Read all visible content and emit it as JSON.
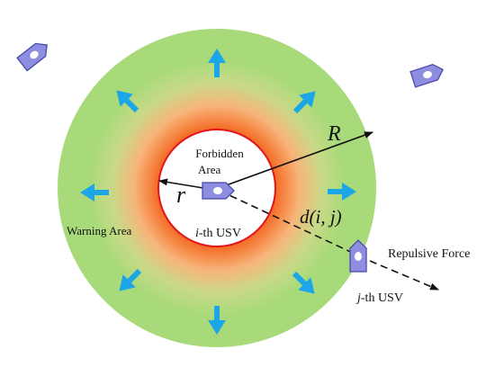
{
  "labels": {
    "forbidden_line1": "Forbidden",
    "forbidden_line2": "Area",
    "r": "r",
    "R": "R",
    "distance": "d(i, j)",
    "warning_area": "Warning Area",
    "i_prefix": "i",
    "i_suffix": "-th USV",
    "j_prefix": "j",
    "j_suffix": "-th USV",
    "repulsive_force": "Repulsive Force"
  },
  "colors": {
    "outer_zone": "#a9da7a",
    "gradient_mid": "#f7b57a",
    "gradient_inner": "#f45a1a",
    "forbidden_zone": "#ffffff",
    "forbidden_border": "#e0161c",
    "arrow": "#1ba6e8",
    "usv_fill": "#8d8ee0",
    "usv_stroke": "#4a4aa8"
  },
  "icons": {
    "arrow": "radial-arrow-icon",
    "usv": "usv-boat-icon"
  }
}
